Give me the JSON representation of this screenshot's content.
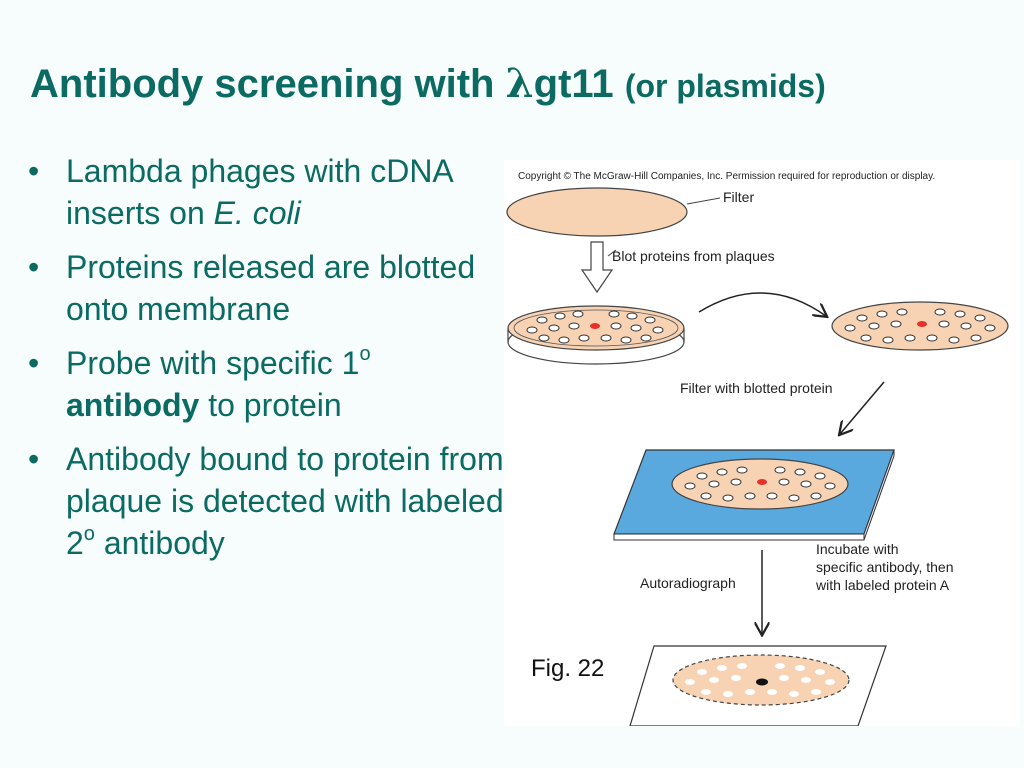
{
  "slide": {
    "title_main": "Antibody screening with ",
    "title_lambda": "λ",
    "title_gt": "gt11",
    "title_sub": "(or plasmids)"
  },
  "bullets": [
    {
      "text": "Lambda phages with cDNA inserts on ",
      "italic": "E. coli"
    },
    {
      "text": "Proteins released are blotted onto membrane"
    },
    {
      "pre": "Probe with specific 1",
      "sup": "o",
      "bold": "antibody",
      "post": " to protein"
    },
    {
      "pre": "Antibody bound to protein from plaque is detected with labeled 2",
      "sup": "o",
      "post": " antibody"
    }
  ],
  "bullet_symbol": "•",
  "figure": {
    "copyright": "Copyright © The McGraw-Hill Companies, Inc. Permission required for reproduction or display.",
    "label_filter": "Filter",
    "label_blot": "Blot proteins from plaques",
    "label_filter_blotted": "Filter with blotted protein",
    "label_incubate_1": "Incubate with",
    "label_incubate_2": "specific antibody, then",
    "label_incubate_3": "with labeled protein A",
    "label_autorad": "Autoradiograph",
    "caption": "Fig. 22"
  },
  "colors": {
    "title": "#0b6b62",
    "filter_fill": "#f7d3b4",
    "membrane_blue": "#5aa9de",
    "positive_dot": "#e8302a"
  }
}
